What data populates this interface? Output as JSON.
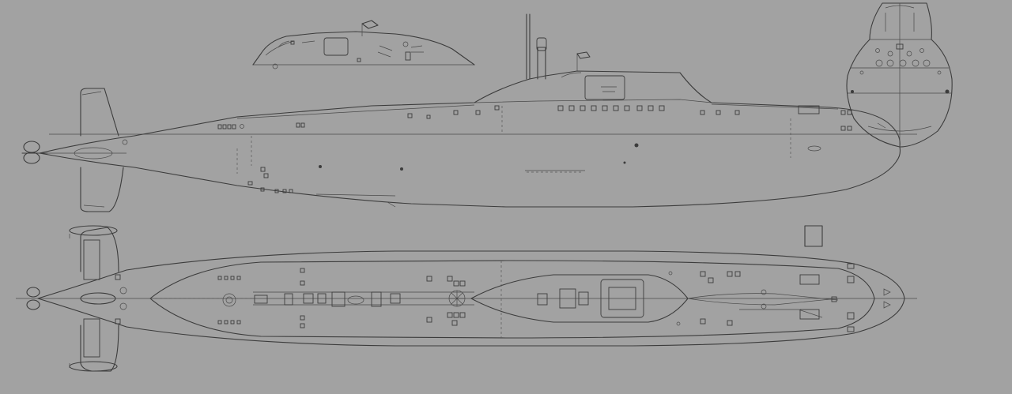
{
  "drawing": {
    "background_color": "#a2a2a2",
    "line_color": "#3c3c3c",
    "views": [
      "side-profile",
      "top-plan",
      "front-section",
      "sail-detail"
    ]
  }
}
